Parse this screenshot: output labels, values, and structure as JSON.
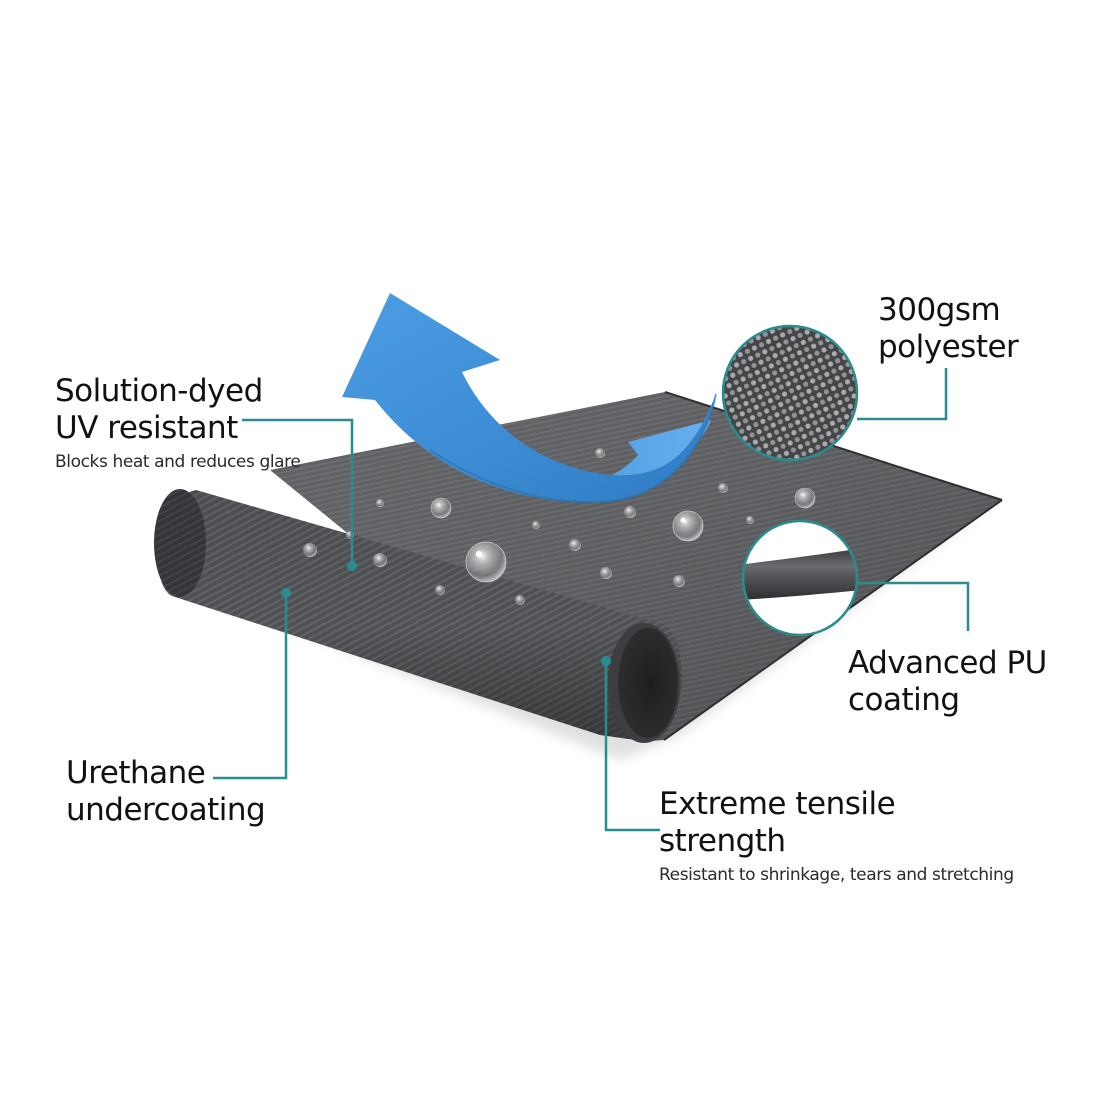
{
  "features": {
    "uv": {
      "title_line1": "Solution-dyed",
      "title_line2": "UV resistant",
      "subtitle": "Blocks heat and reduces glare"
    },
    "polyester": {
      "title_line1": "300gsm",
      "title_line2": "polyester"
    },
    "pu_coating": {
      "title_line1": "Advanced PU",
      "title_line2": "coating"
    },
    "urethane": {
      "title_line1": "Urethane",
      "title_line2": "undercoating"
    },
    "tensile": {
      "title_line1": "Extreme tensile",
      "title_line2": "strength",
      "subtitle": "Resistant to shrinkage, tears and stretching"
    }
  },
  "illustration": {
    "subject": "rolled waterproof fabric sheet with water droplets",
    "icons": [
      "water-repel-arrow-icon",
      "weave-magnifier-icon",
      "coating-cross-section-icon"
    ]
  },
  "colors": {
    "background": "#ffffff",
    "leader_line": "#2a8c8f",
    "fabric_dark": "#46474a",
    "fabric_light": "#626366",
    "arrow_blue": "#3f8fd6",
    "arrow_blue_light": "#5aa6e8",
    "text": "#111111"
  }
}
